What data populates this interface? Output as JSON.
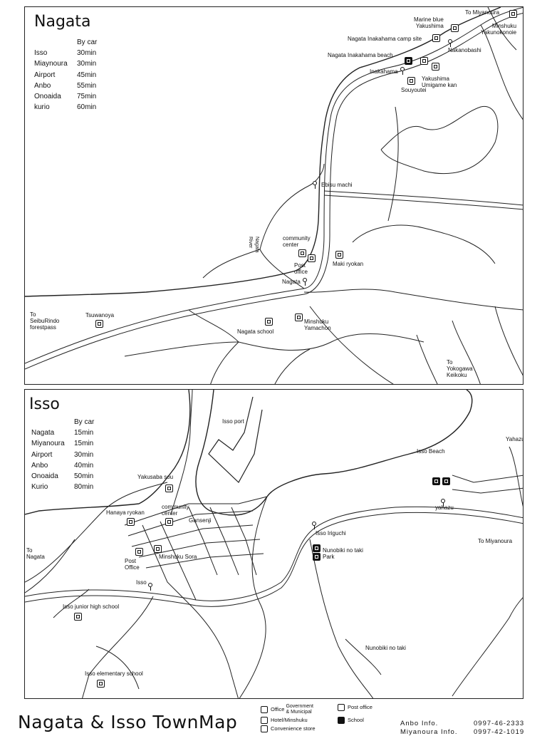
{
  "title": "Nagata & Isso TownMap",
  "nagata": {
    "title": "Nagata",
    "by_car_label": "By car",
    "times": [
      {
        "place": "Isso",
        "time": "30min"
      },
      {
        "place": "Miaynoura",
        "time": "30min"
      },
      {
        "place": "Airport",
        "time": "45min"
      },
      {
        "place": "Anbo",
        "time": "55min"
      },
      {
        "place": "Onoaida",
        "time": "75min"
      },
      {
        "place": "kurio",
        "time": "60min"
      }
    ],
    "labels": {
      "to_miyanoura": "To Miyanoura",
      "marine_blue": "Marine blue\nYakushima",
      "minshuku_yakunokonoie": "Minshuku\nYakunokonoie",
      "camp_site": "Nagata Inakahama camp site",
      "beach": "Nagata Inakahama beach",
      "nakanobashi": "Nakanobashi",
      "inakahama": "Inakahama",
      "souyoutei": "Souyoutei",
      "umigame_kan": "Yakushima\nUmigame kan",
      "ebisu_machi": "Ebisu machi",
      "nagata_river": "Nagata\nRiver",
      "community_center": "community\ncenter",
      "post_office": "Post\noffice",
      "maki_ryokan": "Maki ryokan",
      "nagata_stop": "Nagata",
      "to_seiburindo": "To\nSeibuRindo\nforestpass",
      "tsuwanoya": "Tsuwanoya",
      "nagata_school": "Nagata school",
      "minshuku_yamachon": "Minshuku\nYamachon",
      "to_yokogawa": "To\nYokogawa\nKeikoku"
    }
  },
  "isso": {
    "title": "Isso",
    "by_car_label": "By car",
    "times": [
      {
        "place": "Nagata",
        "time": "15min"
      },
      {
        "place": "Miyanoura",
        "time": "15min"
      },
      {
        "place": "Airport",
        "time": "30min"
      },
      {
        "place": "Anbo",
        "time": "40min"
      },
      {
        "place": "Onoaida",
        "time": "50min"
      },
      {
        "place": "Kurio",
        "time": "80min"
      }
    ],
    "labels": {
      "isso_port": "Isso port",
      "to_yahazupark": "To\nYahazuPark",
      "isso_beach": "Isso Beach",
      "yakusaba_sou": "Yakusaba sou",
      "hanaya_ryokan": "Hanaya ryokan",
      "community_center": "community\ncenter",
      "gansenji": "Gansenji",
      "yahazu": "yahazu",
      "isso_iriguchi": "Isso Iriguchi",
      "to_miyanoura": "To Miyanoura",
      "to_nagata": "To\nNagata",
      "post_office": "Post\nOffice",
      "minshuku_sora": "Minshuku Sora",
      "nunobiki_park": "Nunobiki no taki\nPark",
      "isso_stop": "Isso",
      "junior_high": "Isso junior high school",
      "nunobiki_taki": "Nunobiki no taki",
      "elementary": "Isso elementary school"
    }
  },
  "legend": {
    "office": "Office",
    "government": "Government\n& Municipal",
    "hotel": "Hotel/Minshuku",
    "convenience": "Convenience store",
    "post": "Post office",
    "school": "School"
  },
  "info": {
    "anbo_label": "Anbo Info.",
    "anbo_phone": "0997-46-2333",
    "miyanoura_label": "Miyanoura Info.",
    "miyanoura_phone": "0997-42-1019"
  }
}
